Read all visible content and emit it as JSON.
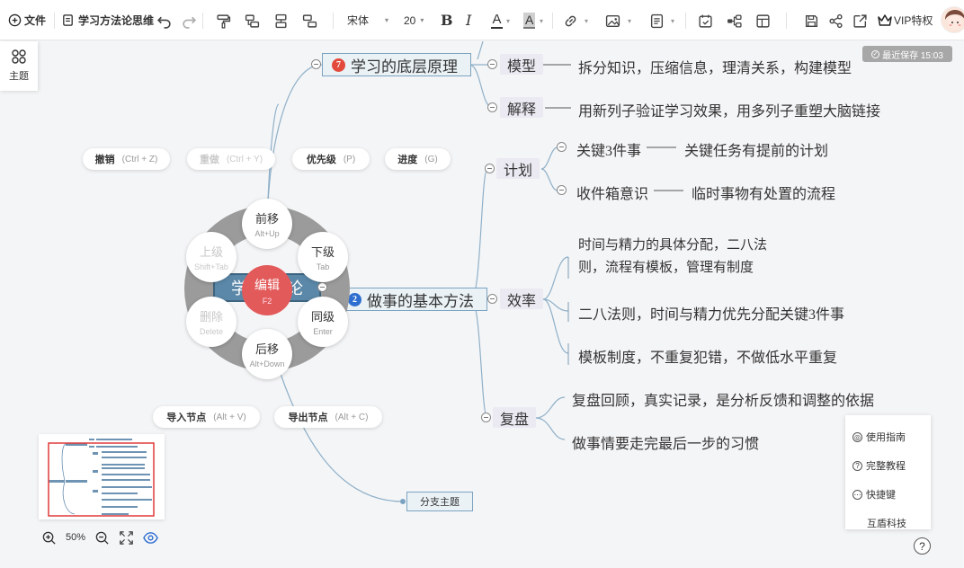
{
  "toolbar": {
    "file_label": "文件",
    "doc_title": "学习方法论思维",
    "font_family": "宋体",
    "font_size": "20",
    "bold": "B",
    "italic": "I",
    "underline_a": "A",
    "highlight_a": "A",
    "vip_label": "VIP特权"
  },
  "sidebar": {
    "theme_label": "主题"
  },
  "save_status": "最近保存 15:03",
  "shortcuts": {
    "undo": {
      "label": "撤销",
      "key": "(Ctrl + Z)"
    },
    "redo": {
      "label": "重做",
      "key": "(Ctrl + Y)"
    },
    "priority": {
      "label": "优先级",
      "key": "(P)"
    },
    "progress": {
      "label": "进度",
      "key": "(G)"
    },
    "import_node": {
      "label": "导入节点",
      "key": "(Alt + V)"
    },
    "export_node": {
      "label": "导出节点",
      "key": "(Alt + C)"
    }
  },
  "radial_menu": {
    "move_forward": {
      "label": "前移",
      "key": "Alt+Up"
    },
    "child": {
      "label": "下级",
      "key": "Tab"
    },
    "parent": {
      "label": "上级",
      "key": "Shift+Tab"
    },
    "edit": {
      "label": "编辑",
      "key": "F2"
    },
    "delete": {
      "label": "删除",
      "key": "Delete"
    },
    "sibling": {
      "label": "同级",
      "key": "Enter"
    },
    "move_back": {
      "label": "后移",
      "key": "Alt+Down"
    }
  },
  "mindmap": {
    "center": {
      "left": "学",
      "right": "论"
    },
    "branch1": {
      "badge": "7",
      "badge_color": "#e24b3b",
      "label": "学习的底层原理",
      "children": [
        {
          "label": "模型",
          "leaf": "拆分知识，压缩信息，理清关系，构建模型"
        },
        {
          "label": "解释",
          "leaf": "用新列子验证学习效果，用多列子重塑大脑链接"
        }
      ]
    },
    "branch2": {
      "badge": "2",
      "badge_color": "#2f6fd0",
      "label": "做事的基本方法",
      "plan": {
        "label": "计划",
        "items": [
          {
            "label": "关键3件事",
            "leaf": "关键任务有提前的计划"
          },
          {
            "label": "收件箱意识",
            "leaf": "临时事物有处置的流程"
          }
        ]
      },
      "efficiency": {
        "label": "效率",
        "items": [
          {
            "line1": "时间与精力的具体分配，二八法",
            "line2": "则，流程有模板，管理有制度"
          },
          {
            "line1": "二八法则，时间与精力优先分配关键3件事"
          },
          {
            "line1": "模板制度，不重复犯错，不做低水平重复"
          }
        ]
      },
      "review": {
        "label": "复盘",
        "items": [
          "复盘回顾，真实记录，是分析反馈和调整的依据",
          "做事情要走完最后一步的习惯"
        ]
      }
    },
    "branch3": {
      "label": "分支主题"
    }
  },
  "zoom": {
    "level": "50%"
  },
  "help": {
    "guide": "使用指南",
    "tutorial": "完整教程",
    "shortcuts": "快捷键",
    "company": "互盾科技",
    "question": "?"
  },
  "colors": {
    "accent": "#5b88a8",
    "edit_red": "#e35a5a",
    "line": "#8fb0c8"
  }
}
